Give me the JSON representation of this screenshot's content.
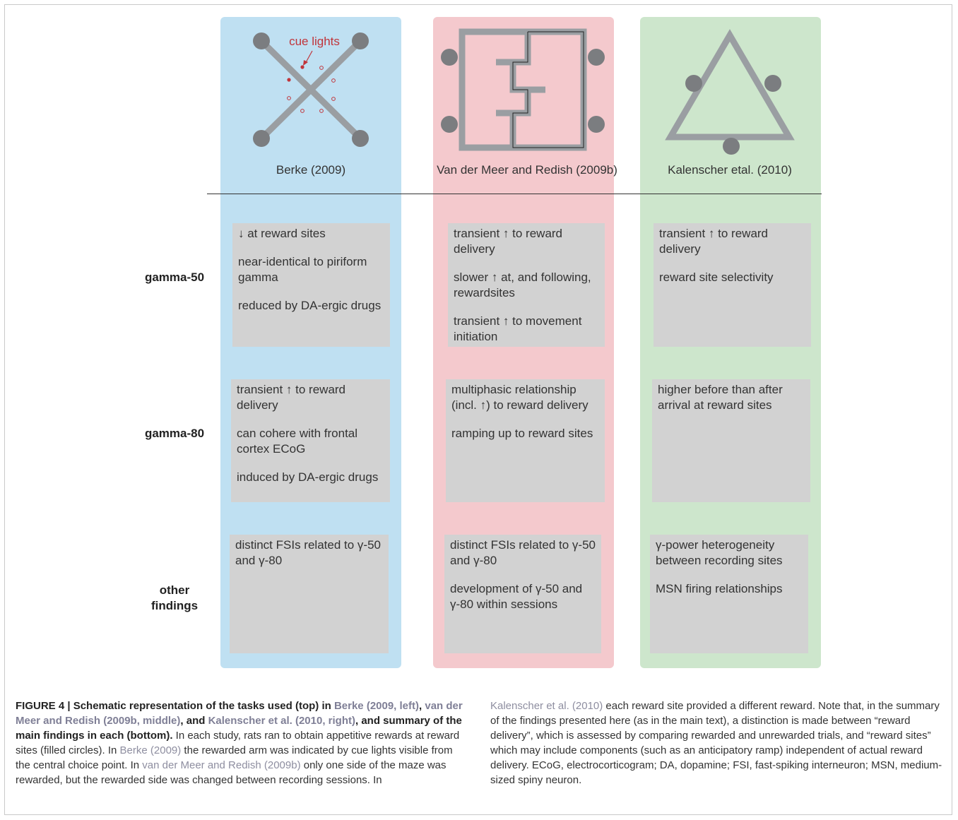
{
  "panels": {
    "berke": {
      "label": "Berke (2009)",
      "annotation": "cue lights",
      "rows": [
        [
          "↓ at reward sites",
          "near-identical to piriform gamma",
          "reduced by DA-ergic drugs"
        ],
        [
          "transient ↑ to reward delivery",
          "can cohere with frontal cortex ECoG",
          "induced by DA-ergic drugs"
        ],
        [
          "distinct FSIs related to γ-50 and γ-80"
        ]
      ]
    },
    "vandermeer": {
      "label": "Van der Meer and Redish (2009b)",
      "rows": [
        [
          "transient ↑ to reward delivery",
          "slower ↑ at, and following, rewardsites",
          "transient ↑ to movement initiation"
        ],
        [
          "multiphasic relationship (incl. ↑) to reward delivery",
          "ramping up to reward sites"
        ],
        [
          "distinct FSIs related to γ-50 and γ-80",
          "development of γ-50 and γ-80 within sessions"
        ]
      ]
    },
    "kalenscher": {
      "label": "Kalenscher etal. (2010)",
      "rows": [
        [
          "transient ↑ to reward delivery",
          "reward site selectivity"
        ],
        [
          "higher before than after arrival at reward sites"
        ],
        [
          "γ-power heterogeneity between recording sites",
          "MSN firing relationships"
        ]
      ]
    }
  },
  "row_labels": {
    "gamma50": "gamma-50",
    "gamma80": "gamma-80",
    "other_line1": "other",
    "other_line2": "findings"
  },
  "caption": {
    "title_a": "FIGURE 4 | Schematic representation of the tasks used (top) in ",
    "ref_berke_left": "Berke (2009, left)",
    "sep1": ", ",
    "ref_vdm_middle": "van der Meer and Redish (2009b, middle)",
    "sep2": ", and ",
    "ref_kal_right": "Kalenscher et al. (2010, right)",
    "title_b": ", and summary of the main findings in each (bottom).",
    "text_1": " In each study, rats ran to obtain appetitive rewards at reward sites (filled circles). In ",
    "ref_berke": "Berke (2009)",
    "text_2": " the rewarded arm was indicated by cue lights visible from the central choice point. In ",
    "ref_vdm": "van der Meer and Redish (2009b)",
    "text_3": " only one side of the maze was rewarded, but the rewarded side was changed between recording sessions. In ",
    "ref_kal": "Kalenscher et al. (2010)",
    "text_4": " each reward site provided a different reward. Note that, in the summary of the findings presented here (as in the main text), a distinction is made between “reward delivery”, which is assessed by comparing rewarded and unrewarded trials, and “reward sites” which may include components (such as an anticipatory ramp) independent of actual reward delivery. ECoG, electrocorticogram; DA, dopamine; FSI, fast-spiking interneuron; MSN, medium-sized spiny neuron."
  },
  "colors": {
    "berke_column": "#bfe0f2",
    "vandermeer_column": "#f4c9cd",
    "kalenscher_column": "#cde6cc",
    "finding_box": "#d2d2d2",
    "maze_track": "#9a9ea2",
    "reward_site": "#7b7d80",
    "cue_light": "#c0353b",
    "reference_link": "#8e8ea0"
  }
}
